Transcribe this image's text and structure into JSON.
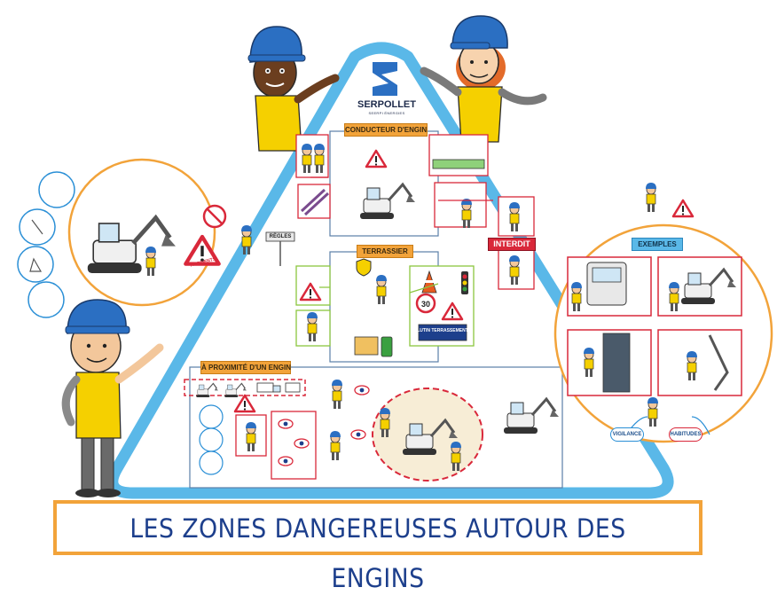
{
  "title": "LES ZONES DANGEREUSES AUTOUR DES ENGINS",
  "logo": {
    "name": "SERPOLLET",
    "subtitle": "SEERPI ÉNERGIES"
  },
  "sections": {
    "conducteur": "CONDUCTEUR D'ENGIN",
    "terrassier": "TERRASSIER",
    "proximite": "À PROXIMITÉ D'UN ENGIN",
    "interdit": "INTERDIT",
    "exemples": "EXEMPLES"
  },
  "signs": {
    "regles": "RÈGLES",
    "accidents": "ACCIDENTS",
    "speed": "30",
    "lutin": "LUTIN TERRASSEMENT"
  },
  "labels": {
    "vigilance": "VIGILANCE",
    "habitudes": "HABITUDES"
  },
  "colors": {
    "triangle": "#5ab8e8",
    "frame": "#f2a33a",
    "title_text": "#1d3f8c",
    "helmet": "#2b6fc2",
    "vest": "#f5d000",
    "danger_red": "#d9283a"
  },
  "icons": [
    "warning-triangle-icon",
    "no-entry-icon",
    "eye-icon",
    "shield-icon",
    "traffic-cone-icon",
    "traffic-light-icon",
    "speed-limit-icon",
    "excavator-icon",
    "truck-icon"
  ]
}
